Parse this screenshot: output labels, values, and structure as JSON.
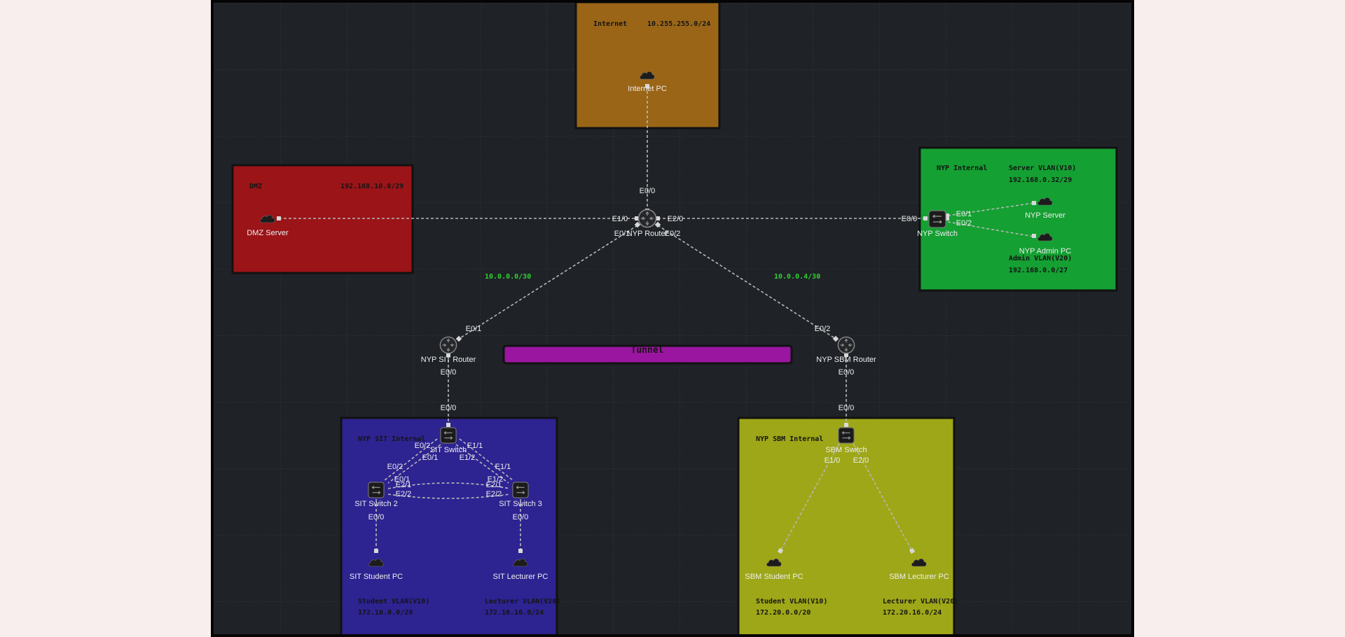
{
  "colors": {
    "canvas_bg": "#1f2227",
    "grid": "#33373d",
    "link": "#b8b8b8",
    "subnet_label": "#2fd12f",
    "internet_zone": "#9a6516",
    "dmz_zone": "#9b1418",
    "nyp_internal_zone": "#14a032",
    "sit_zone": "#2d2391",
    "sbm_zone": "#9ea717",
    "tunnel": "#9a15a0",
    "zone_text": "#151515"
  },
  "zones": {
    "internet": {
      "title": "Internet",
      "subnet": "10.255.255.0/24"
    },
    "dmz": {
      "title": "DMZ",
      "subnet": "192.168.10.0/29"
    },
    "nyp_internal": {
      "title": "NYP Internal",
      "server_vlan": "Server VLAN(V10)",
      "server_subnet": "192.168.0.32/29",
      "admin_vlan": "Admin VLAN(V20)",
      "admin_subnet": "192.168.0.0/27"
    },
    "tunnel": {
      "title": "Tunnel"
    },
    "sit": {
      "title": "NYP SIT Internal",
      "student_vlan": "Student VLAN(V10)",
      "student_subnet": "172.16.0.0/20",
      "lecturer_vlan": "Lecturer VLAN(V20)",
      "lecturer_subnet": "172.16.16.0/24"
    },
    "sbm": {
      "title": "NYP SBM Internal",
      "student_vlan": "Student VLAN(V10)",
      "student_subnet": "172.20.0.0/20",
      "lecturer_vlan": "Lecturer VLAN(V20)",
      "lecturer_subnet": "172.20.16.0/24"
    }
  },
  "subnets": {
    "sit_link": "10.0.0.0/30",
    "sbm_link": "10.0.0.4/30"
  },
  "nodes": {
    "internet_pc": {
      "label": "Internet PC",
      "icon": "cloud-icon"
    },
    "dmz_server": {
      "label": "DMZ Server",
      "icon": "cloud-icon"
    },
    "nyp_router": {
      "label": "NYP Router",
      "icon": "router-icon"
    },
    "nyp_switch": {
      "label": "NYP Switch",
      "icon": "switch-icon"
    },
    "nyp_server": {
      "label": "NYP Server",
      "icon": "cloud-icon"
    },
    "nyp_admin_pc": {
      "label": "NYP Admin PC",
      "icon": "cloud-icon"
    },
    "sit_router": {
      "label": "NYP SIT Router",
      "icon": "router-icon"
    },
    "sbm_router": {
      "label": "NYP SBM Router",
      "icon": "router-icon"
    },
    "sit_switch": {
      "label": "SIT Switch",
      "icon": "switch-icon"
    },
    "sit_switch2": {
      "label": "SIT Switch 2",
      "icon": "switch-icon"
    },
    "sit_switch3": {
      "label": "SIT Switch 3",
      "icon": "switch-icon"
    },
    "sit_student_pc": {
      "label": "SIT Student PC",
      "icon": "cloud-icon"
    },
    "sit_lecturer_pc": {
      "label": "SIT Lecturer PC",
      "icon": "cloud-icon"
    },
    "sbm_switch": {
      "label": "SBM Switch",
      "icon": "switch-icon"
    },
    "sbm_student_pc": {
      "label": "SBM Student PC",
      "icon": "cloud-icon"
    },
    "sbm_lecturer_pc": {
      "label": "SBM Lecturer PC",
      "icon": "cloud-icon"
    }
  },
  "ports": {
    "router_e00": "E0/0",
    "router_e10": "E1/0",
    "router_e20": "E2/0",
    "router_e01": "E0/1",
    "router_e02": "E0/2",
    "nypsw_e00": "E0/0",
    "nypsw_e01": "E0/1",
    "nypsw_e02": "E0/2",
    "sitr_e01": "E0/1",
    "sitr_e00": "E0/0",
    "sbmr_e02": "E0/2",
    "sbmr_e00": "E0/0",
    "sitsw_e00": "E0/0",
    "sitsw_e02": "E0/2",
    "sitsw_e01": "E0/1",
    "sitsw_e11": "E1/1",
    "sitsw_e12": "E1/2",
    "sw2_e02": "E0/2",
    "sw2_e01": "E0/1",
    "sw2_e21": "E2/1",
    "sw2_e22": "E2/2",
    "sw2_e00": "E0/0",
    "sw3_e11": "E1/1",
    "sw3_e12": "E1/2",
    "sw3_e21": "E2/1",
    "sw3_e22": "E2/2",
    "sw3_e00": "E0/0",
    "sbmsw_e00": "E0/0",
    "sbmsw_e10": "E1/0",
    "sbmsw_e20": "E2/0"
  }
}
